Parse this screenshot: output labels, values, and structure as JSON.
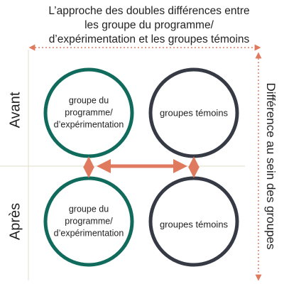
{
  "title_lines": [
    "L’approche des doubles différences entre",
    "les groupe du programme/",
    "d’expérimentation et les groupes témoins"
  ],
  "row_labels": {
    "before": "Avant",
    "after": "Après"
  },
  "side_label": "Différence au sein des groupes",
  "circles": {
    "program_before_lines": [
      "groupe du",
      "programme/",
      "d’expérimentation"
    ],
    "control_before": "groupes témoins",
    "program_after_lines": [
      "groupe du",
      "programme/",
      "d’expérimentation"
    ],
    "control_after": "groupes témoins"
  },
  "colors": {
    "program": "#106b5c",
    "control": "#363a45",
    "arrow": "#e07a5f",
    "guide": "#e8e8d8"
  }
}
